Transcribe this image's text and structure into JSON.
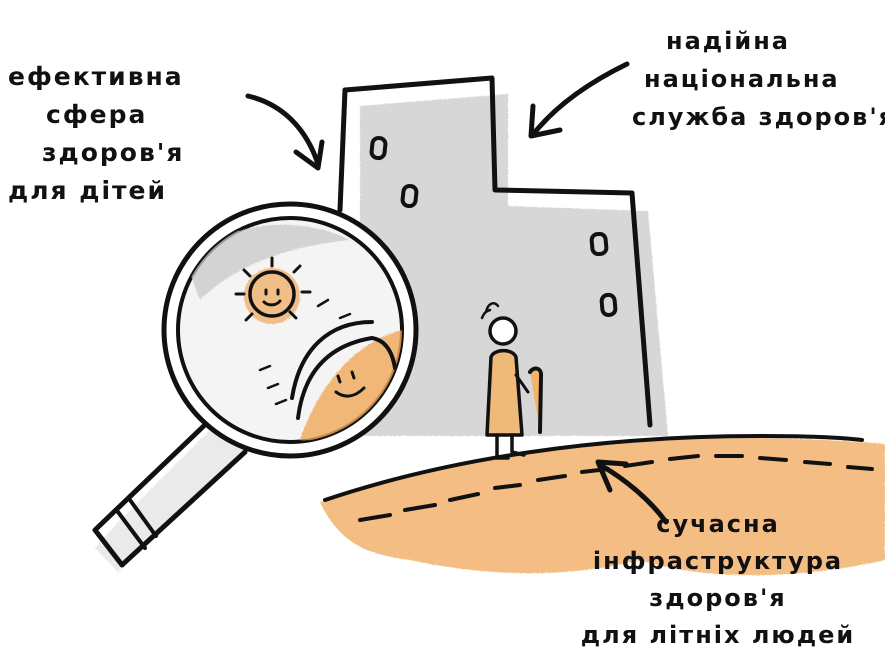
{
  "annotations": {
    "children_health": {
      "lines": [
        "ефективна",
        "сфера",
        "здоров'я",
        "для дітей"
      ]
    },
    "national_service": {
      "lines": [
        "надійна",
        "національна",
        "служба здоров'я"
      ]
    },
    "elderly_infrastructure": {
      "lines": [
        "сучасна",
        "інфраструктура",
        "здоров'я",
        "для літніх людей"
      ]
    }
  },
  "colors": {
    "ink": "#111111",
    "shadow_gray": "#b9b9b9",
    "ground_orange": "#f0a85a",
    "figure_orange": "#f3b46a"
  },
  "icons": [
    "magnifying-glass-icon",
    "sun-icon",
    "building-icon",
    "elderly-person-icon",
    "cane-icon",
    "arrow-icon"
  ]
}
